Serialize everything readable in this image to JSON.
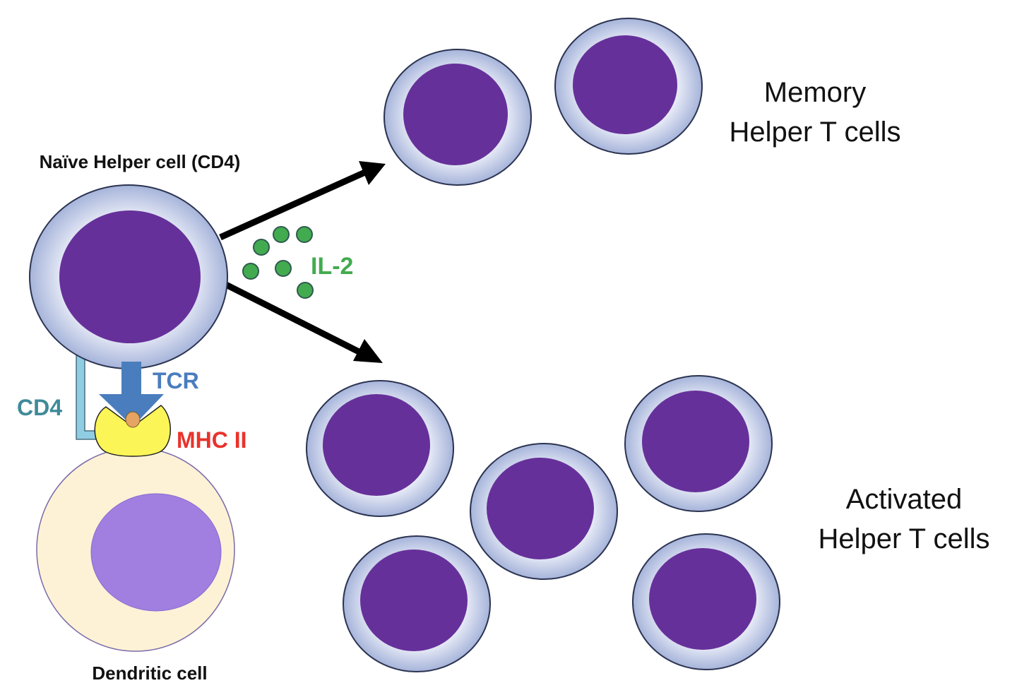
{
  "diagram": {
    "title": "Helper T cell activation",
    "labels": {
      "naive_cell": "Naïve Helper cell (CD4)",
      "tcr": "TCR",
      "cd4": "CD4",
      "mhc": "MHC II",
      "dendritic": "Dendritic cell",
      "il2": "IL-2",
      "memory_line1": "Memory",
      "memory_line2": "Helper T cells",
      "activated_line1": "Activated",
      "activated_line2": "Helper T cells"
    },
    "colors": {
      "nucleus": "#66309a",
      "cytoplasm_inner": "#eef1fa",
      "cytoplasm_outer": "#a9b7dc",
      "dendritic_cytoplasm": "#fdf2d6",
      "dendritic_nucleus": "#a07fe0",
      "tcr": "#4a7dbd",
      "cd4": "#8fcde3",
      "cd4_text": "#3f8a99",
      "mhc": "#fbf558",
      "peptide": "#e5a462",
      "mhc_text": "#e8332b",
      "il2": "#43ab4f",
      "arrow": "#000000"
    },
    "memory_cell_count": 2,
    "activated_cell_count": 5,
    "il2_particle_count": 6
  }
}
